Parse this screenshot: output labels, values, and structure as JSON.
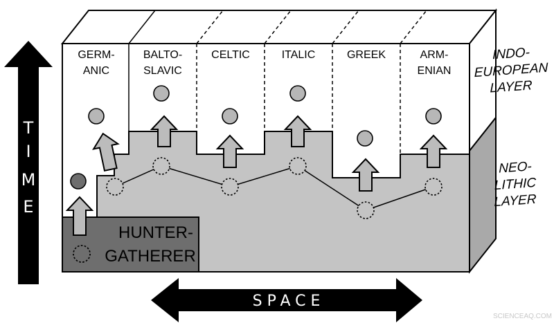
{
  "groups": [
    {
      "line1": "GERM-",
      "line2": "ANIC"
    },
    {
      "line1": "BALTO-",
      "line2": "SLAVIC"
    },
    {
      "line1": "CELTIC",
      "line2": ""
    },
    {
      "line1": "ITALIC",
      "line2": ""
    },
    {
      "line1": "GREEK",
      "line2": ""
    },
    {
      "line1": "ARM-",
      "line2": "ENIAN"
    }
  ],
  "side_labels": {
    "indo_european": [
      "INDO-",
      "EUROPEAN",
      "LAYER"
    ],
    "neolithic": [
      "NEO-",
      "LITHIC",
      "LAYER"
    ]
  },
  "hunter_gatherer": [
    "HUNTER-",
    "GATHERER"
  ],
  "time_label": [
    "T",
    "I",
    "M",
    "E"
  ],
  "space_label": "SPACE",
  "watermark": "SCIENCEAQ.COM",
  "colors": {
    "outline": "#000000",
    "white_layer": "#ffffff",
    "neolithic_gray": "#c4c4c4",
    "neolithic_side": "#a9a9a9",
    "hunter_dark": "#6e6e6e",
    "arrow_fill": "#bcbcbc",
    "circle_fill": "#b7b7b7",
    "hunter_circle": "#5a5a5a",
    "top_face": "#ffffff"
  }
}
